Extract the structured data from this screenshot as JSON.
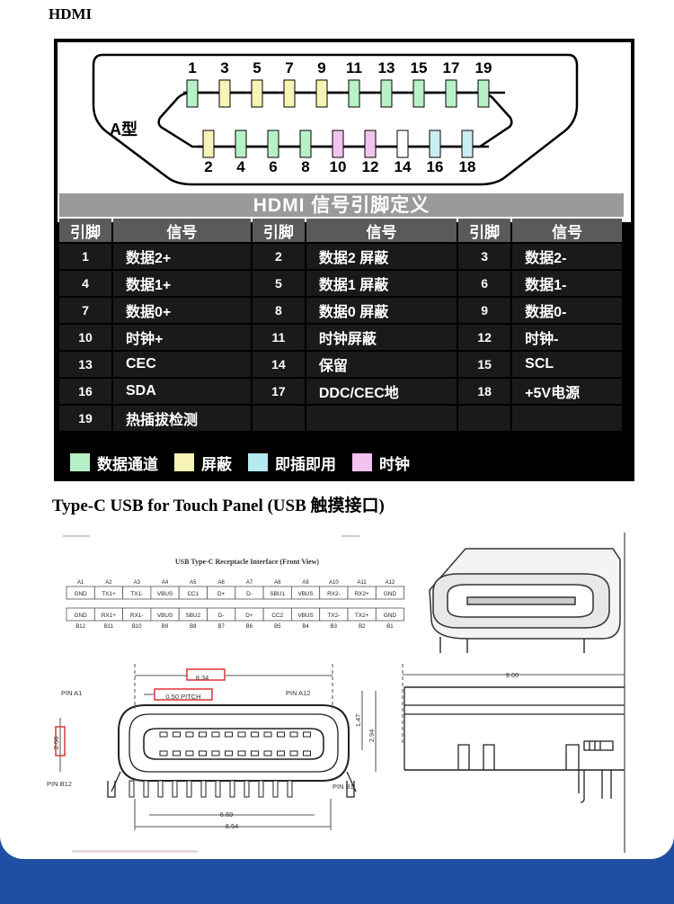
{
  "sections": {
    "hdmi_title": "HDMI",
    "typec_title": "Type-C USB for Touch Panel (USB 触摸接口)"
  },
  "plug": {
    "type_label": "A型",
    "top_pins": [
      "1",
      "3",
      "5",
      "7",
      "9",
      "11",
      "13",
      "15",
      "17",
      "19"
    ],
    "bottom_pins": [
      "2",
      "4",
      "6",
      "8",
      "10",
      "12",
      "14",
      "16",
      "18"
    ],
    "top_colors": [
      "#b6f1c8",
      "#f8f3b6",
      "#f8f3b6",
      "#f8f3b6",
      "#f8f3b6",
      "#b6f1c8",
      "#b6f1c8",
      "#b6f1c8",
      "#b6f1c8",
      "#b6f1c8"
    ],
    "bottom_colors": [
      "#f8f3b6",
      "#b6f1c8",
      "#b6f1c8",
      "#b6f1c8",
      "#f3c2ee",
      "#f3c2ee",
      "#ffffff",
      "#c8eef2",
      "#c8eef2"
    ]
  },
  "table": {
    "title": "HDMI  信号引脚定义",
    "headers": [
      "引脚",
      "信号",
      "引脚",
      "信号",
      "引脚",
      "信号"
    ],
    "rows": [
      [
        "1",
        "数据2+",
        "2",
        "数据2 屏蔽",
        "3",
        "数据2-"
      ],
      [
        "4",
        "数据1+",
        "5",
        "数据1 屏蔽",
        "6",
        "数据1-"
      ],
      [
        "7",
        "数据0+",
        "8",
        "数据0 屏蔽",
        "9",
        "数据0-"
      ],
      [
        "10",
        "时钟+",
        "11",
        "时钟屏蔽",
        "12",
        "时钟-"
      ],
      [
        "13",
        "CEC",
        "14",
        "保留",
        "15",
        "SCL"
      ],
      [
        "16",
        "SDA",
        "17",
        "DDC/CEC地",
        "18",
        "+5V电源"
      ],
      [
        "19",
        "热插拔检测",
        "",
        "",
        "",
        ""
      ]
    ]
  },
  "legend": [
    {
      "label": "数据通道",
      "color": "#b6f1c8"
    },
    {
      "label": "屏蔽",
      "color": "#f8f3b6"
    },
    {
      "label": "即插即用",
      "color": "#b6e9f2"
    },
    {
      "label": "时钟",
      "color": "#f3c2ee"
    }
  ],
  "usb": {
    "interface_title": "USB Type-C Receptacle Interface (Front View)",
    "row_a_ids": [
      "A1",
      "A2",
      "A3",
      "A4",
      "A5",
      "A6",
      "A7",
      "A8",
      "A9",
      "A10",
      "A11",
      "A12"
    ],
    "row_a_signals": [
      "GND",
      "TX1+",
      "TX1-",
      "VBUS",
      "CC1",
      "D+",
      "D-",
      "SBU1",
      "VBUS",
      "RX2-",
      "RX2+",
      "GND"
    ],
    "row_b_signals": [
      "GND",
      "RX1+",
      "RX1-",
      "VBUS",
      "SBU2",
      "D-",
      "D+",
      "CC2",
      "VBUS",
      "TX2-",
      "TX2+",
      "GND"
    ],
    "row_b_ids": [
      "B12",
      "B11",
      "B10",
      "B9",
      "B8",
      "B7",
      "B6",
      "B5",
      "B4",
      "B3",
      "B2",
      "B1"
    ],
    "dims": {
      "width_834": "8.34",
      "pitch": "0.50 PITCH",
      "pin_a1": "PIN A1",
      "pin_a12": "PIN A12",
      "pin_b12": "PIN B12",
      "pin_b1": "PIN B1",
      "h_256": "2.56",
      "h_147": "1.47",
      "h_294": "2.94",
      "w_669": "6.69",
      "w_854": "8.54",
      "w_900": "9.00"
    }
  }
}
